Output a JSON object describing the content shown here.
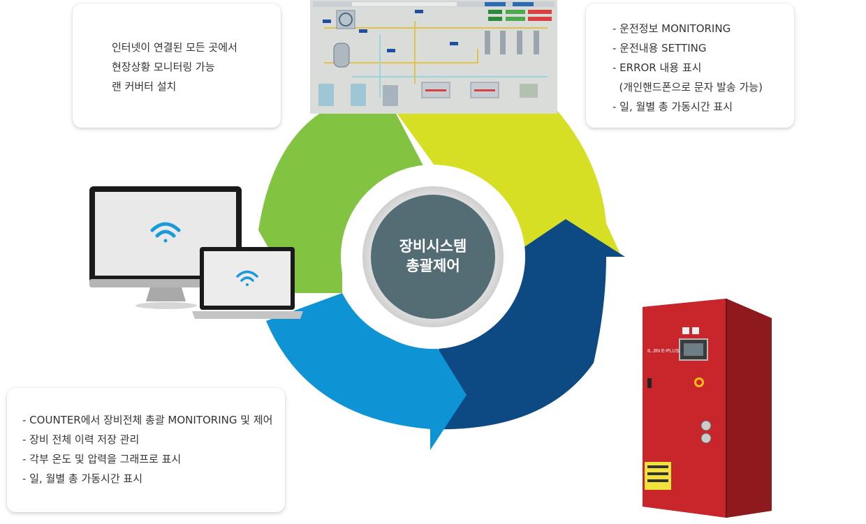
{
  "center": {
    "line1": "장비시스템",
    "line2": "총괄제어"
  },
  "internet_card": {
    "lines": [
      "인터넷이 연결된 모든 곳에서",
      "현장상황 모니터링 가능",
      "랜 커버터 설치"
    ]
  },
  "operation_card": {
    "lines": [
      "- 운전정보 MONITORING",
      "- 운전내용 SETTING",
      "- ERROR 내용 표시",
      "  (개인핸드폰으로 문자 발송 가능)",
      "- 일, 월별 총 가동시간 표시"
    ]
  },
  "counter_card": {
    "lines": [
      "- COUNTER에서 장비전체 총괄 MONITORING 및 제어",
      "- 장비 전체 이력 저장 관리",
      "- 각부 온도 및 압력을 그래프로 표시",
      "- 일, 월별 총 가동시간 표시"
    ]
  },
  "cabinet": {
    "brand": "IL JIN E-PLUS"
  },
  "colors": {
    "green": "#82c341",
    "yellow": "#d6df23",
    "navy": "#0d4a84",
    "blue": "#0e93d5",
    "hub": "#546c74",
    "cabinet_red": "#c8262b"
  },
  "icons": [
    "wifi-icon",
    "monitor-icon",
    "laptop-icon"
  ]
}
